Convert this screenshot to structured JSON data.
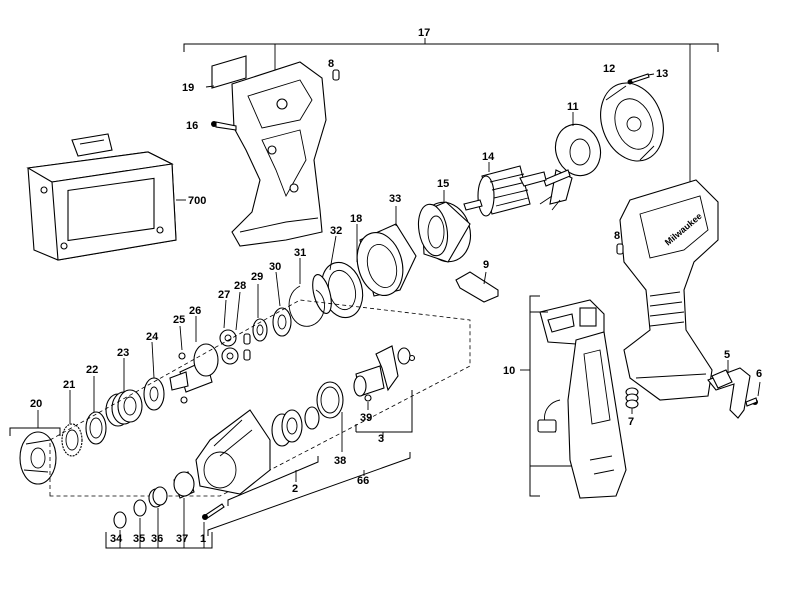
{
  "diagram": {
    "labels": {
      "l17": "17",
      "l8a": "8",
      "l12": "12",
      "l13": "13",
      "l19": "19",
      "l11": "11",
      "l16": "16",
      "l14": "14",
      "l15": "15",
      "l33": "33",
      "l700": "700",
      "l18": "18",
      "l32": "32",
      "l8b": "8",
      "l31": "31",
      "l9": "9",
      "l30": "30",
      "l29": "29",
      "l28": "28",
      "l27": "27",
      "l26": "26",
      "l25": "25",
      "l24": "24",
      "l23": "23",
      "l22": "22",
      "l21": "21",
      "l20": "20",
      "l10": "10",
      "l5": "5",
      "l6": "6",
      "l7": "7",
      "l39": "39",
      "l3": "3",
      "l38": "38",
      "l66": "66",
      "l2": "2",
      "l34": "34",
      "l35": "35",
      "l36": "36",
      "l37": "37",
      "l1": "1"
    },
    "brand_mark": "Milwaukee"
  }
}
